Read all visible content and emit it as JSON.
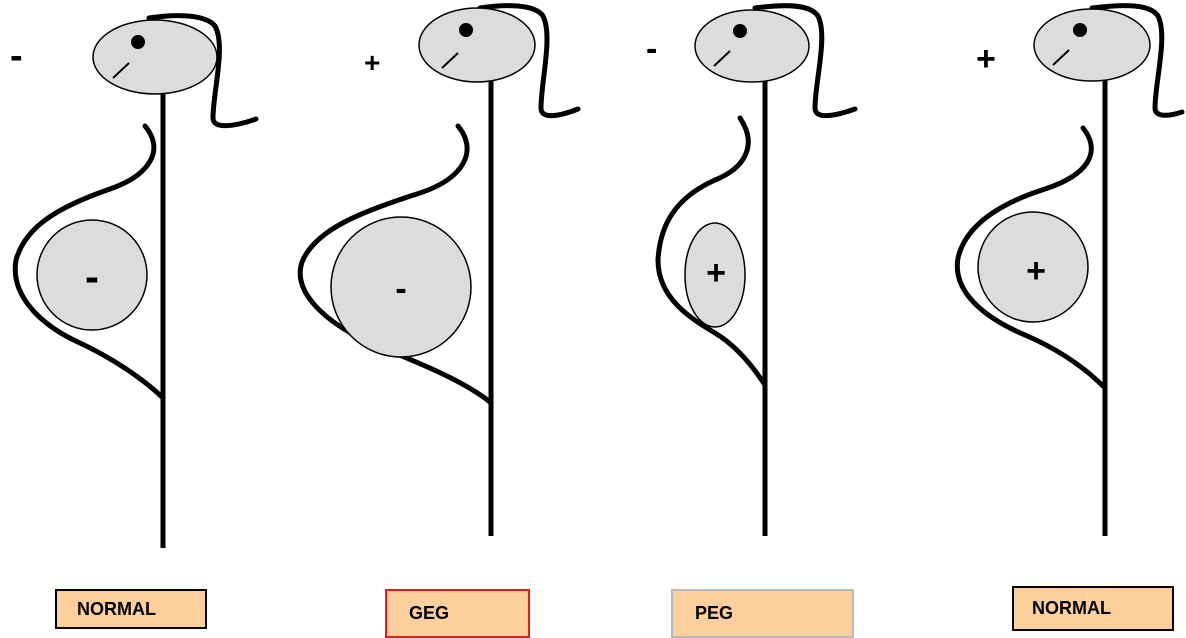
{
  "figures": [
    {
      "id": "figure-1",
      "head_sign": "-",
      "inner_sign": "-",
      "label": "NORMAL",
      "label_border": "#000000"
    },
    {
      "id": "figure-2",
      "head_sign": "+",
      "inner_sign": "-",
      "label": "GEG",
      "label_border": "#e02020"
    },
    {
      "id": "figure-3",
      "head_sign": "-",
      "inner_sign": "+",
      "label": "PEG",
      "label_border": "#b8b8b8"
    },
    {
      "id": "figure-4",
      "head_sign": "+",
      "inner_sign": "+",
      "label": "NORMAL",
      "label_border": "#000000"
    }
  ],
  "colors": {
    "shape_fill": "#dcdcdc",
    "stroke": "#000000",
    "label_fill": "#fccf9c"
  }
}
